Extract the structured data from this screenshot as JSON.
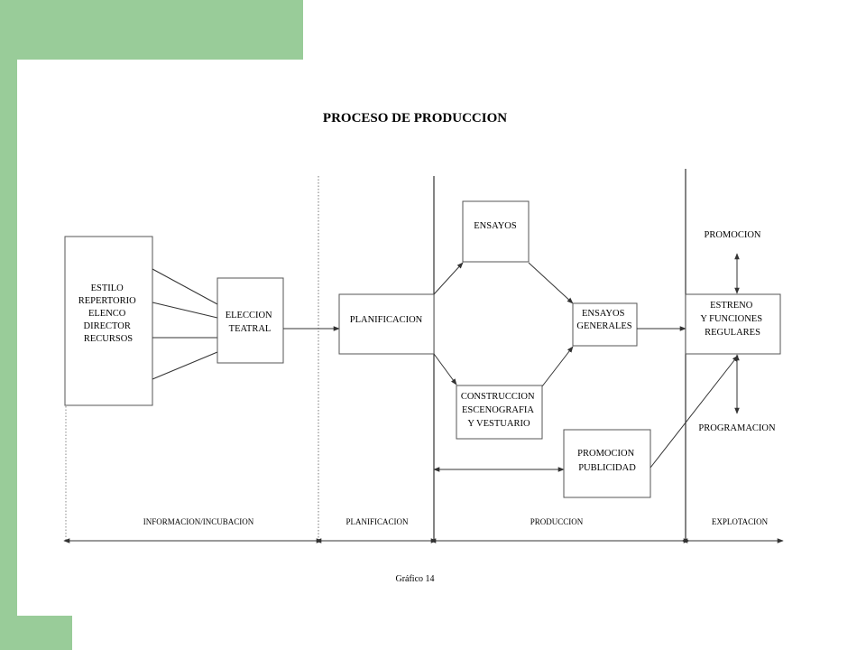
{
  "title": "PROCESO DE PRODUCCION",
  "caption": "Gráfico 14",
  "nodes": {
    "inputs": [
      "ESTILO",
      "REPERTORIO",
      "ELENCO",
      "DIRECTOR",
      "RECURSOS"
    ],
    "eleccion": [
      "ELECCION",
      "TEATRAL"
    ],
    "planificacion": [
      "PLANIFICACION"
    ],
    "ensayos": [
      "ENSAYOS"
    ],
    "ensayos_generales": [
      "ENSAYOS",
      "GENERALES"
    ],
    "construccion": [
      "CONSTRUCCION",
      "ESCENOGRAFIA",
      "Y VESTUARIO"
    ],
    "promocion_publicidad": [
      "PROMOCION",
      "PUBLICIDAD"
    ],
    "estreno": [
      "ESTRENO",
      "Y FUNCIONES",
      "REGULARES"
    ],
    "promocion": "PROMOCION",
    "programacion": "PROGRAMACION"
  },
  "phases": [
    "INFORMACION/INCUBACION",
    "PLANIFICACION",
    "PRODUCCION",
    "EXPLOTACION"
  ],
  "colors": {
    "accent": "#99cc99"
  }
}
